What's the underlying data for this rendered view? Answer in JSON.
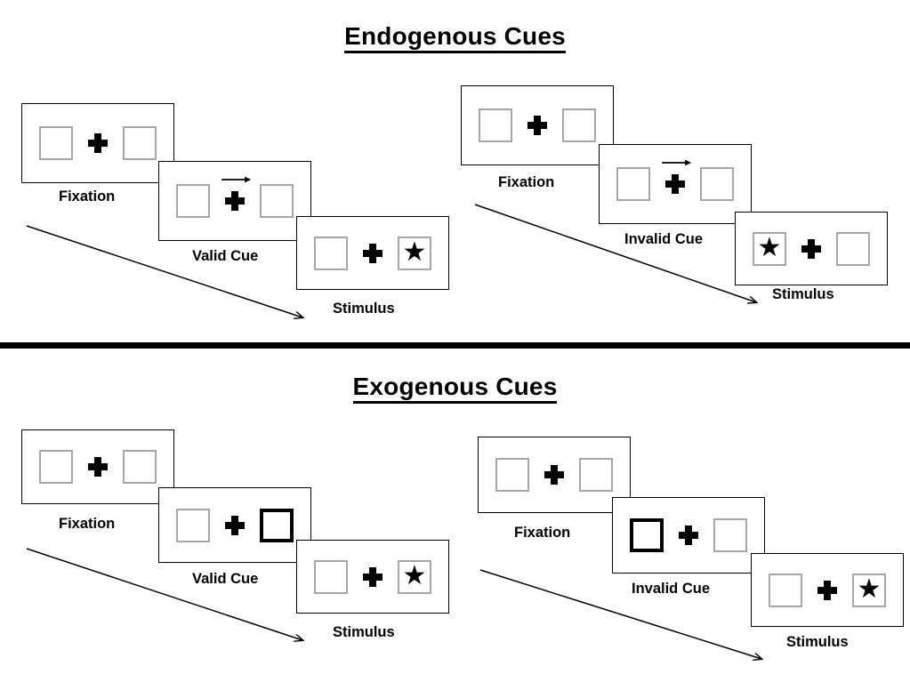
{
  "sections": [
    {
      "id": "endogenous",
      "title": "Endogenous Cues",
      "cue_type": "central-arrow",
      "conditions": [
        {
          "id": "endogenous-valid",
          "cue_label": "Valid Cue",
          "frames": [
            {
              "stage": "fixation",
              "caption": "Fixation",
              "left_square": {
                "cued": false,
                "target": false
              },
              "right_square": {
                "cued": false,
                "target": false
              },
              "arrow": "none"
            },
            {
              "stage": "cue",
              "caption": "Valid Cue",
              "left_square": {
                "cued": false,
                "target": false
              },
              "right_square": {
                "cued": false,
                "target": false
              },
              "arrow": "right"
            },
            {
              "stage": "stimulus",
              "caption": "Stimulus",
              "left_square": {
                "cued": false,
                "target": false
              },
              "right_square": {
                "cued": false,
                "target": true
              },
              "arrow": "none"
            }
          ]
        },
        {
          "id": "endogenous-invalid",
          "cue_label": "Invalid Cue",
          "frames": [
            {
              "stage": "fixation",
              "caption": "Fixation",
              "left_square": {
                "cued": false,
                "target": false
              },
              "right_square": {
                "cued": false,
                "target": false
              },
              "arrow": "none"
            },
            {
              "stage": "cue",
              "caption": "Invalid Cue",
              "left_square": {
                "cued": false,
                "target": false
              },
              "right_square": {
                "cued": false,
                "target": false
              },
              "arrow": "right"
            },
            {
              "stage": "stimulus",
              "caption": "Stimulus",
              "left_square": {
                "cued": false,
                "target": true
              },
              "right_square": {
                "cued": false,
                "target": false
              },
              "arrow": "none"
            }
          ]
        }
      ]
    },
    {
      "id": "exogenous",
      "title": "Exogenous Cues",
      "cue_type": "peripheral-box",
      "conditions": [
        {
          "id": "exogenous-valid",
          "cue_label": "Valid Cue",
          "frames": [
            {
              "stage": "fixation",
              "caption": "Fixation",
              "left_square": {
                "cued": false,
                "target": false
              },
              "right_square": {
                "cued": false,
                "target": false
              },
              "arrow": "none"
            },
            {
              "stage": "cue",
              "caption": "Valid Cue",
              "left_square": {
                "cued": false,
                "target": false
              },
              "right_square": {
                "cued": true,
                "target": false
              },
              "arrow": "none"
            },
            {
              "stage": "stimulus",
              "caption": "Stimulus",
              "left_square": {
                "cued": false,
                "target": false
              },
              "right_square": {
                "cued": false,
                "target": true
              },
              "arrow": "none"
            }
          ]
        },
        {
          "id": "exogenous-invalid",
          "cue_label": "Invalid Cue",
          "frames": [
            {
              "stage": "fixation",
              "caption": "Fixation",
              "left_square": {
                "cued": false,
                "target": false
              },
              "right_square": {
                "cued": false,
                "target": false
              },
              "arrow": "none"
            },
            {
              "stage": "cue",
              "caption": "Invalid Cue",
              "left_square": {
                "cued": true,
                "target": false
              },
              "right_square": {
                "cued": false,
                "target": false
              },
              "arrow": "none"
            },
            {
              "stage": "stimulus",
              "caption": "Stimulus",
              "left_square": {
                "cued": false,
                "target": false
              },
              "right_square": {
                "cued": false,
                "target": true
              },
              "arrow": "none"
            }
          ]
        }
      ]
    }
  ],
  "glyphs": {
    "star": "★",
    "cue_arrow": "right-arrow-icon",
    "fixation_cross": "plus-icon",
    "time_arrow": "time-arrow-icon"
  },
  "colors": {
    "ink": "#000000",
    "square_outline": "#a6a6a6",
    "frame_outline": "#000000",
    "background": "#ffffff"
  }
}
